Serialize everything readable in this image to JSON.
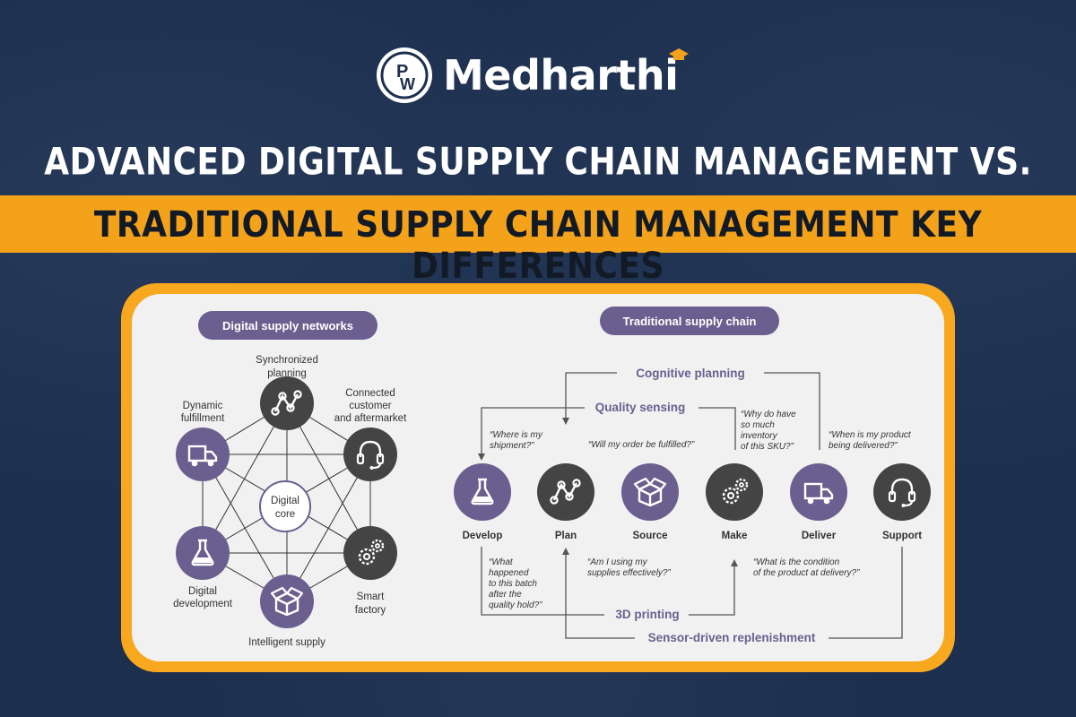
{
  "brand": {
    "name": "Medharthi",
    "badge": "PW"
  },
  "header": {
    "line1": "ADVANCED DIGITAL SUPPLY CHAIN MANAGEMENT VS.",
    "line2": "TRADITIONAL SUPPLY CHAIN MANAGEMENT KEY DIFFERENCES"
  },
  "colors": {
    "navy": "#1d2f4f",
    "orange": "#f5a21b",
    "purple": "#6b5f8f",
    "dark_node": "#444444"
  },
  "left": {
    "pill": "Digital supply networks",
    "core": [
      "Digital",
      "core"
    ],
    "nodes": [
      {
        "label": [
          "Synchronized",
          "planning"
        ],
        "icon": "chart-line-icon"
      },
      {
        "label": [
          "Connected",
          "customer",
          "and aftermarket"
        ],
        "icon": "headset-icon"
      },
      {
        "label": [
          "Smart",
          "factory"
        ],
        "icon": "gears-icon"
      },
      {
        "label": [
          "Intelligent supply"
        ],
        "icon": "box-icon"
      },
      {
        "label": [
          "Digital",
          "development"
        ],
        "icon": "flask-icon"
      },
      {
        "label": [
          "Dynamic",
          "fulfillment"
        ],
        "icon": "truck-icon"
      }
    ]
  },
  "right": {
    "pill": "Traditional supply chain",
    "top_labels": {
      "cognitive": "Cognitive planning",
      "quality": "Quality sensing"
    },
    "bottom_labels": {
      "printing": "3D printing",
      "sensor": "Sensor-driven replenishment"
    },
    "stages": [
      {
        "label": "Develop",
        "icon": "flask-icon"
      },
      {
        "label": "Plan",
        "icon": "chart-line-icon"
      },
      {
        "label": "Source",
        "icon": "box-icon"
      },
      {
        "label": "Make",
        "icon": "gears-icon"
      },
      {
        "label": "Deliver",
        "icon": "truck-icon"
      },
      {
        "label": "Support",
        "icon": "headset-icon"
      }
    ],
    "quotes": {
      "shipment": [
        "“Where is my",
        "shipment?”"
      ],
      "fulfilled": [
        "“Will my order be fulfilled?”"
      ],
      "inventory": [
        "“Why do have",
        "so much",
        "inventory",
        "of this SKU?”"
      ],
      "delivered": [
        "“When is my product",
        "being delivered?”"
      ],
      "batch": [
        "“What",
        "happened",
        "to this batch",
        "after the",
        "quality hold?”"
      ],
      "supplies": [
        "“Am I using my",
        "supplies effectively?”"
      ],
      "condition": [
        "“What is the condition",
        "of the product at delivery?”"
      ]
    }
  }
}
